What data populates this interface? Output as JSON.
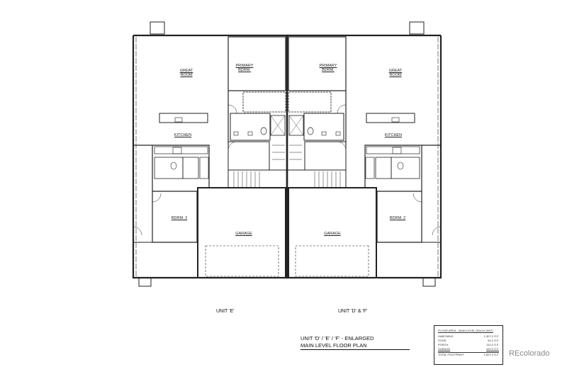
{
  "rooms": {
    "left": {
      "great_room": "GREAT ROOM",
      "primary_bdrm": "PRIMARY BDRM.",
      "kitchen": "KITCHEN",
      "bdrm2": "BDRM. 2",
      "garage": "GARAGE"
    },
    "right": {
      "great_room": "GREAT ROOM",
      "primary_bdrm": "PRIMARY BDRM.",
      "kitchen": "KITCHEN",
      "bdrm2": "BDRM. 2",
      "garage": "GARAGE"
    }
  },
  "units": {
    "left": "UNIT 'E'",
    "right": "UNIT 'D' & 'F'"
  },
  "title": {
    "line1": "UNIT 'D' / 'E' / 'F'  -  ENLARGED",
    "line2": "MAIN LEVEL FLOOR  PLAN"
  },
  "area_table": {
    "heading": "FLOOR AREA - MAIN LEVEL (EACH UNIT)",
    "rows": [
      {
        "label": "HABITABLE",
        "value": "1,307.2 S.F."
      },
      {
        "label": "STAIR",
        "value": "54.2 S.F."
      },
      {
        "label": "PORCH",
        "value": "110.0 S.F."
      },
      {
        "label": "GARAGE",
        "value": "420.0 S.F."
      }
    ],
    "total": {
      "label": "TOTAL FOOTPRINT",
      "value": "1,897.0 S.F."
    }
  },
  "watermark": "REcolorado"
}
